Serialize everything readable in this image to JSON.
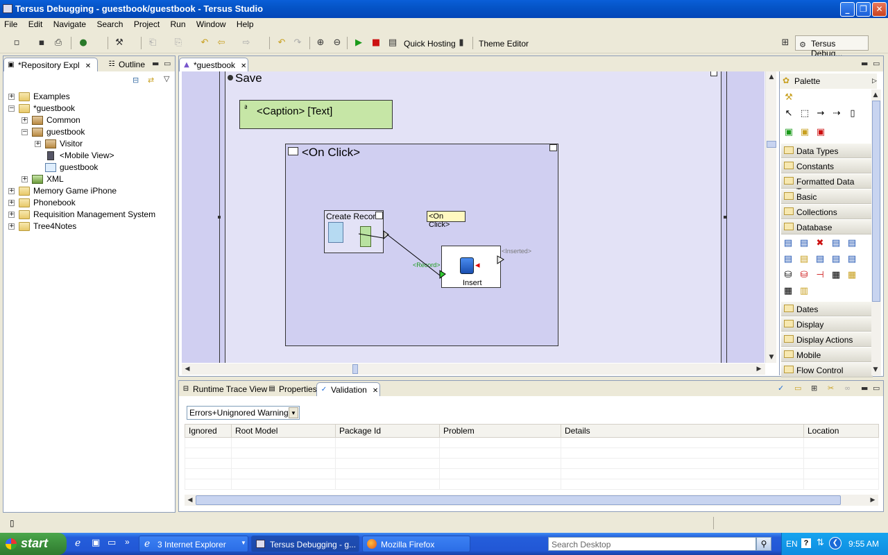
{
  "window": {
    "title": "Tersus Debugging - guestbook/guestbook - Tersus Studio",
    "minimize": "_",
    "maximize": "❐",
    "close": "✕"
  },
  "menu": [
    "File",
    "Edit",
    "Navigate",
    "Search",
    "Project",
    "Run",
    "Window",
    "Help"
  ],
  "toolbar": {
    "quick_hosting": "Quick Hosting",
    "theme_editor": "Theme Editor",
    "perspective": "Tersus Debug..."
  },
  "left_panel": {
    "tabs": [
      {
        "label": "*Repository Expl",
        "icon": "repository-icon"
      },
      {
        "label": "Outline",
        "icon": "outline-icon"
      }
    ],
    "tree": [
      {
        "label": "Examples",
        "depth": 0,
        "expander": "+",
        "icon": "folder"
      },
      {
        "label": "*guestbook",
        "depth": 0,
        "expander": "−",
        "icon": "folder"
      },
      {
        "label": "Common",
        "depth": 1,
        "expander": "+",
        "icon": "proj"
      },
      {
        "label": "guestbook",
        "depth": 1,
        "expander": "−",
        "icon": "proj"
      },
      {
        "label": "Visitor",
        "depth": 2,
        "expander": "+",
        "icon": "proj"
      },
      {
        "label": "<Mobile View>",
        "depth": 2,
        "expander": "",
        "icon": "mobile"
      },
      {
        "label": "guestbook",
        "depth": 2,
        "expander": "",
        "icon": "page"
      },
      {
        "label": "XML",
        "depth": 1,
        "expander": "+",
        "icon": "xml"
      },
      {
        "label": "Memory Game iPhone",
        "depth": 0,
        "expander": "+",
        "icon": "folder"
      },
      {
        "label": "Phonebook",
        "depth": 0,
        "expander": "+",
        "icon": "folder"
      },
      {
        "label": "Requisition Management System",
        "depth": 0,
        "expander": "+",
        "icon": "folder"
      },
      {
        "label": "Tree4Notes",
        "depth": 0,
        "expander": "+",
        "icon": "folder"
      }
    ]
  },
  "editor": {
    "tab": "*guestbook",
    "save_title": "Save",
    "caption_text": "<Caption> [Text]",
    "onclick_title": "<On Click>",
    "create_record": "Create Record",
    "onclick_label": "<On Click>",
    "record_label": "<Record>",
    "inserted_label": "<Inserted>",
    "insert_label": "Insert"
  },
  "palette": {
    "title": "Palette",
    "drawers": [
      "Data Types",
      "Constants",
      "Formatted Data Types",
      "Basic",
      "Collections",
      "Database",
      "Dates",
      "Display",
      "Display Actions",
      "Mobile",
      "Flow Control"
    ]
  },
  "bottom": {
    "tabs": [
      {
        "label": "Runtime Trace View"
      },
      {
        "label": "Properties"
      },
      {
        "label": "Validation"
      }
    ],
    "filter": "Errors+Unignored Warnings",
    "columns": [
      "Ignored",
      "Root Model",
      "Package Id",
      "Problem",
      "Details",
      "Location"
    ]
  },
  "taskbar": {
    "start": "start",
    "tasks": [
      "3 Internet Explorer",
      "Tersus Debugging - g...",
      "Mozilla Firefox"
    ],
    "search_placeholder": "Search Desktop",
    "lang": "EN",
    "clock": "9:55 AM"
  },
  "colors": {
    "canvas": "#d0cff1",
    "caption_fill": "#c6e6a6",
    "titlebar": "#0554c7",
    "taskbar": "#245edb"
  }
}
